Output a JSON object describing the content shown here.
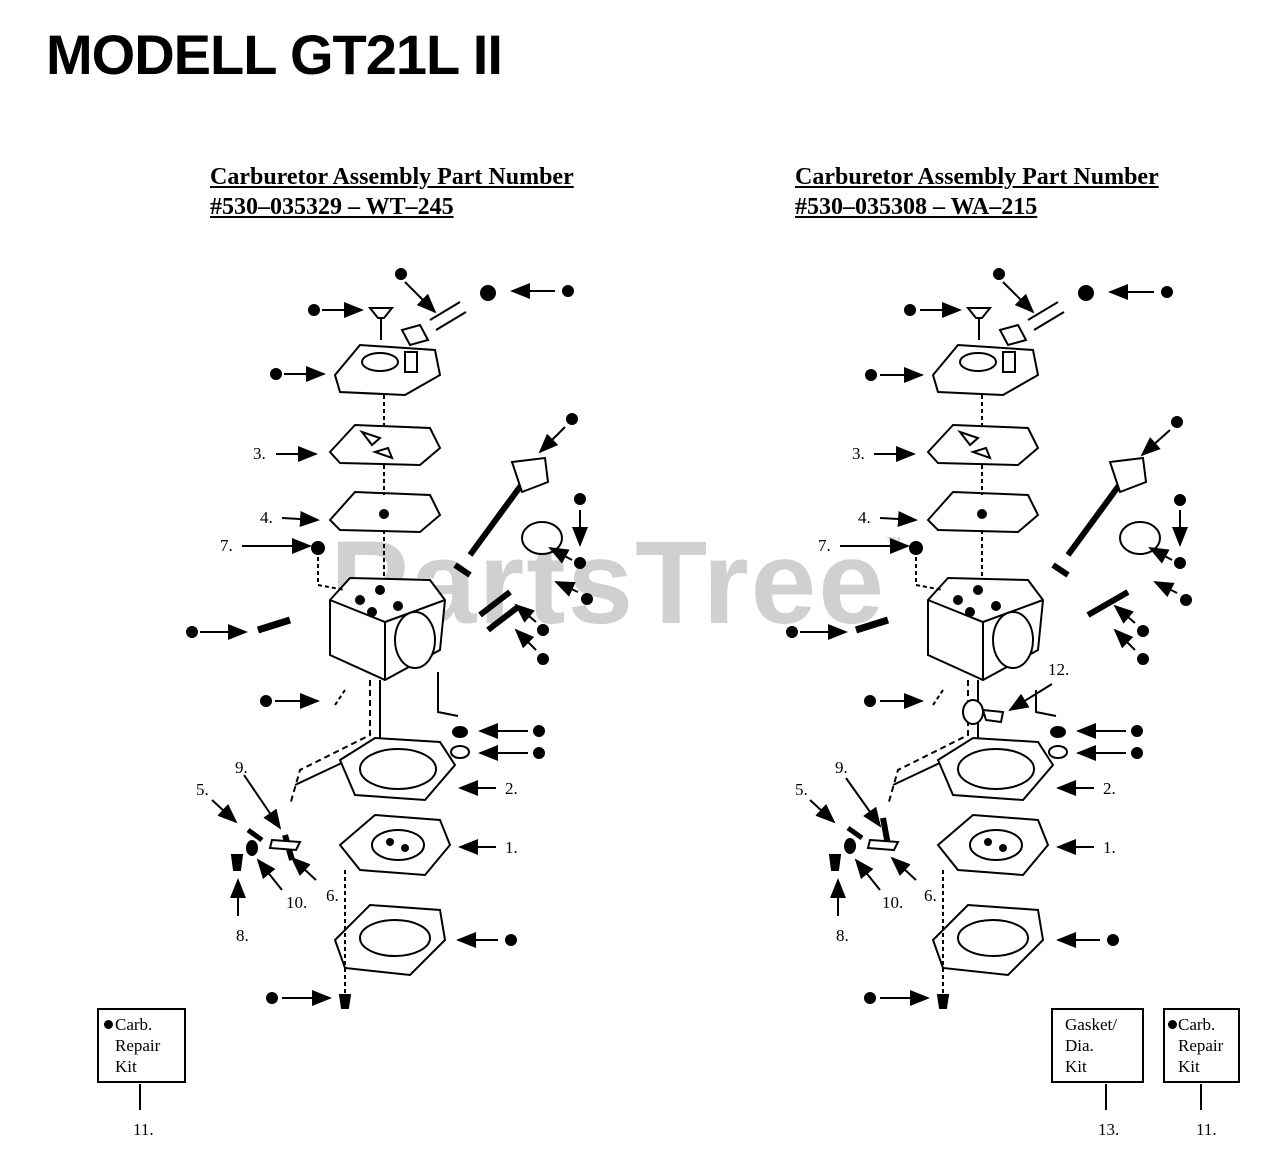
{
  "title": "MODELL GT21L II",
  "watermark": "PartsTree",
  "trademark": "™",
  "left": {
    "header_line1": "Carburetor Assembly Part Number",
    "header_line2": "#530–035329 – WT–245",
    "labels": {
      "n1": "1.",
      "n2": "2.",
      "n3": "3.",
      "n4": "4.",
      "n5": "5.",
      "n6": "6.",
      "n7": "7.",
      "n8": "8.",
      "n9": "9.",
      "n10": "10."
    },
    "kit": {
      "line1": "Carb.",
      "line2": "Repair",
      "line3": "Kit",
      "ref": "11."
    }
  },
  "right": {
    "header_line1": "Carburetor Assembly Part Number",
    "header_line2": "#530–035308 – WA–215",
    "labels": {
      "n1": "1.",
      "n2": "2.",
      "n3": "3.",
      "n4": "4.",
      "n5": "5.",
      "n6": "6.",
      "n7": "7.",
      "n8": "8.",
      "n9": "9.",
      "n10": "10.",
      "n12": "12."
    },
    "kit_gasket": {
      "line1": "Gasket/",
      "line2": "Dia.",
      "line3": "Kit",
      "ref": "13."
    },
    "kit": {
      "line1": "Carb.",
      "line2": "Repair",
      "line3": "Kit",
      "ref": "11."
    }
  }
}
